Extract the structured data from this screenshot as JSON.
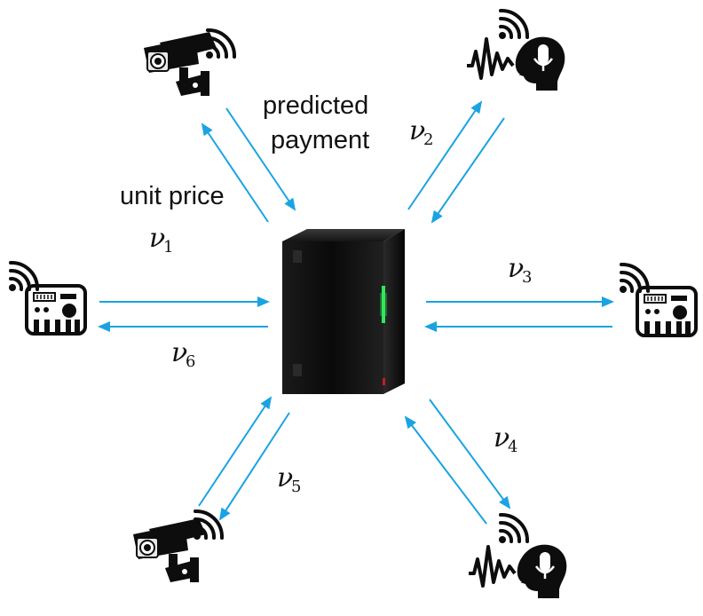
{
  "labels": {
    "predicted_line1": "predicted",
    "predicted_line2": "payment",
    "unit_price": "unit price"
  },
  "variables": [
    {
      "symbol": "ν",
      "sub": "1"
    },
    {
      "symbol": "ν",
      "sub": "2"
    },
    {
      "symbol": "ν",
      "sub": "3"
    },
    {
      "symbol": "ν",
      "sub": "4"
    },
    {
      "symbol": "ν",
      "sub": "5"
    },
    {
      "symbol": "ν",
      "sub": "6"
    }
  ],
  "colors": {
    "arrow": "#1aa3e3",
    "device": "#0d0d0d",
    "server_light": "#2ee85a"
  },
  "devices": [
    {
      "id": "camera-top",
      "icon": "security-camera-icon"
    },
    {
      "id": "voice-top",
      "icon": "voice-assistant-icon"
    },
    {
      "id": "meter-left",
      "icon": "smart-meter-icon"
    },
    {
      "id": "meter-right",
      "icon": "smart-meter-icon"
    },
    {
      "id": "camera-bottom",
      "icon": "security-camera-icon"
    },
    {
      "id": "voice-bottom",
      "icon": "voice-assistant-icon"
    }
  ],
  "server": {
    "icon": "server-icon"
  }
}
